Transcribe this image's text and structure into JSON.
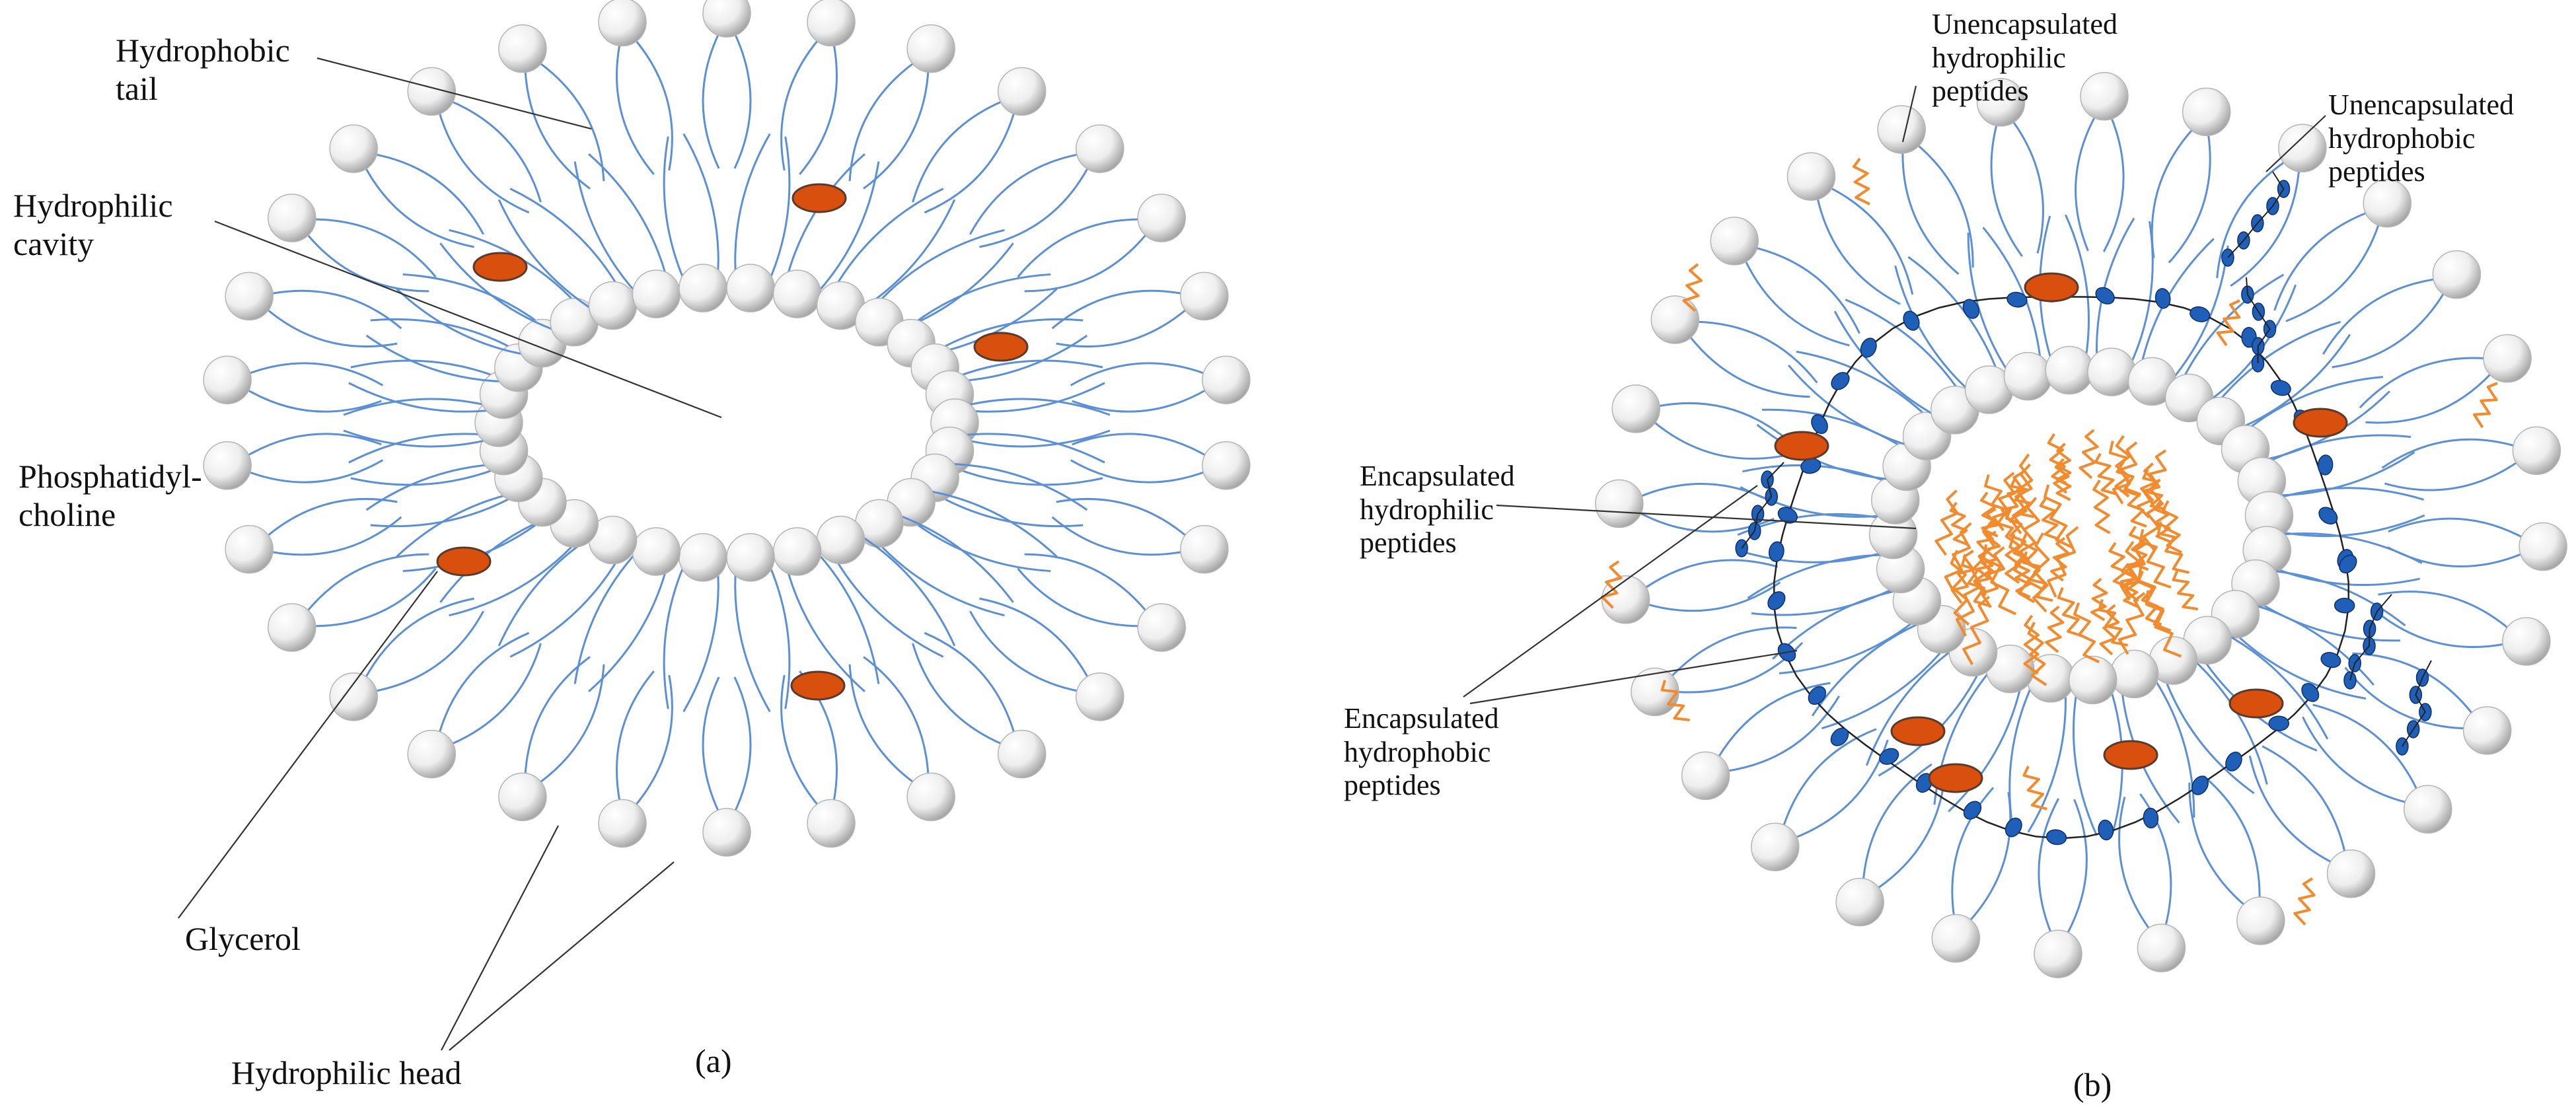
{
  "panel_a": {
    "caption": "(a)",
    "labels": {
      "tail_1": "Hydrophobic",
      "tail_2": "tail",
      "cavity_1": "Hydrophilic",
      "cavity_2": "cavity",
      "pc_1": "Phosphatidyl-",
      "pc_2": "choline",
      "glycerol": "Glycerol",
      "head": "Hydrophilic head"
    }
  },
  "panel_b": {
    "caption": "(b)",
    "labels": {
      "unenc_phil_1": "Unencapsulated",
      "unenc_phil_2": "hydrophilic",
      "unenc_phil_3": "peptides",
      "unenc_phob_1": "Unencapsulated",
      "unenc_phob_2": "hydrophobic",
      "unenc_phob_3": "peptides",
      "enc_phil_1": "Encapsulated",
      "enc_phil_2": "hydrophilic",
      "enc_phil_3": "peptides",
      "enc_phob_1": "Encapsulated",
      "enc_phob_2": "hydrophobic",
      "enc_phob_3": "peptides"
    }
  },
  "colors": {
    "tail": "#5b8fd6",
    "glycerol": "#d94f0e",
    "hydrophilic_peptide": "#f28a2e",
    "hydrophobic_peptide": "#1f5fb8",
    "leader": "#333333"
  }
}
